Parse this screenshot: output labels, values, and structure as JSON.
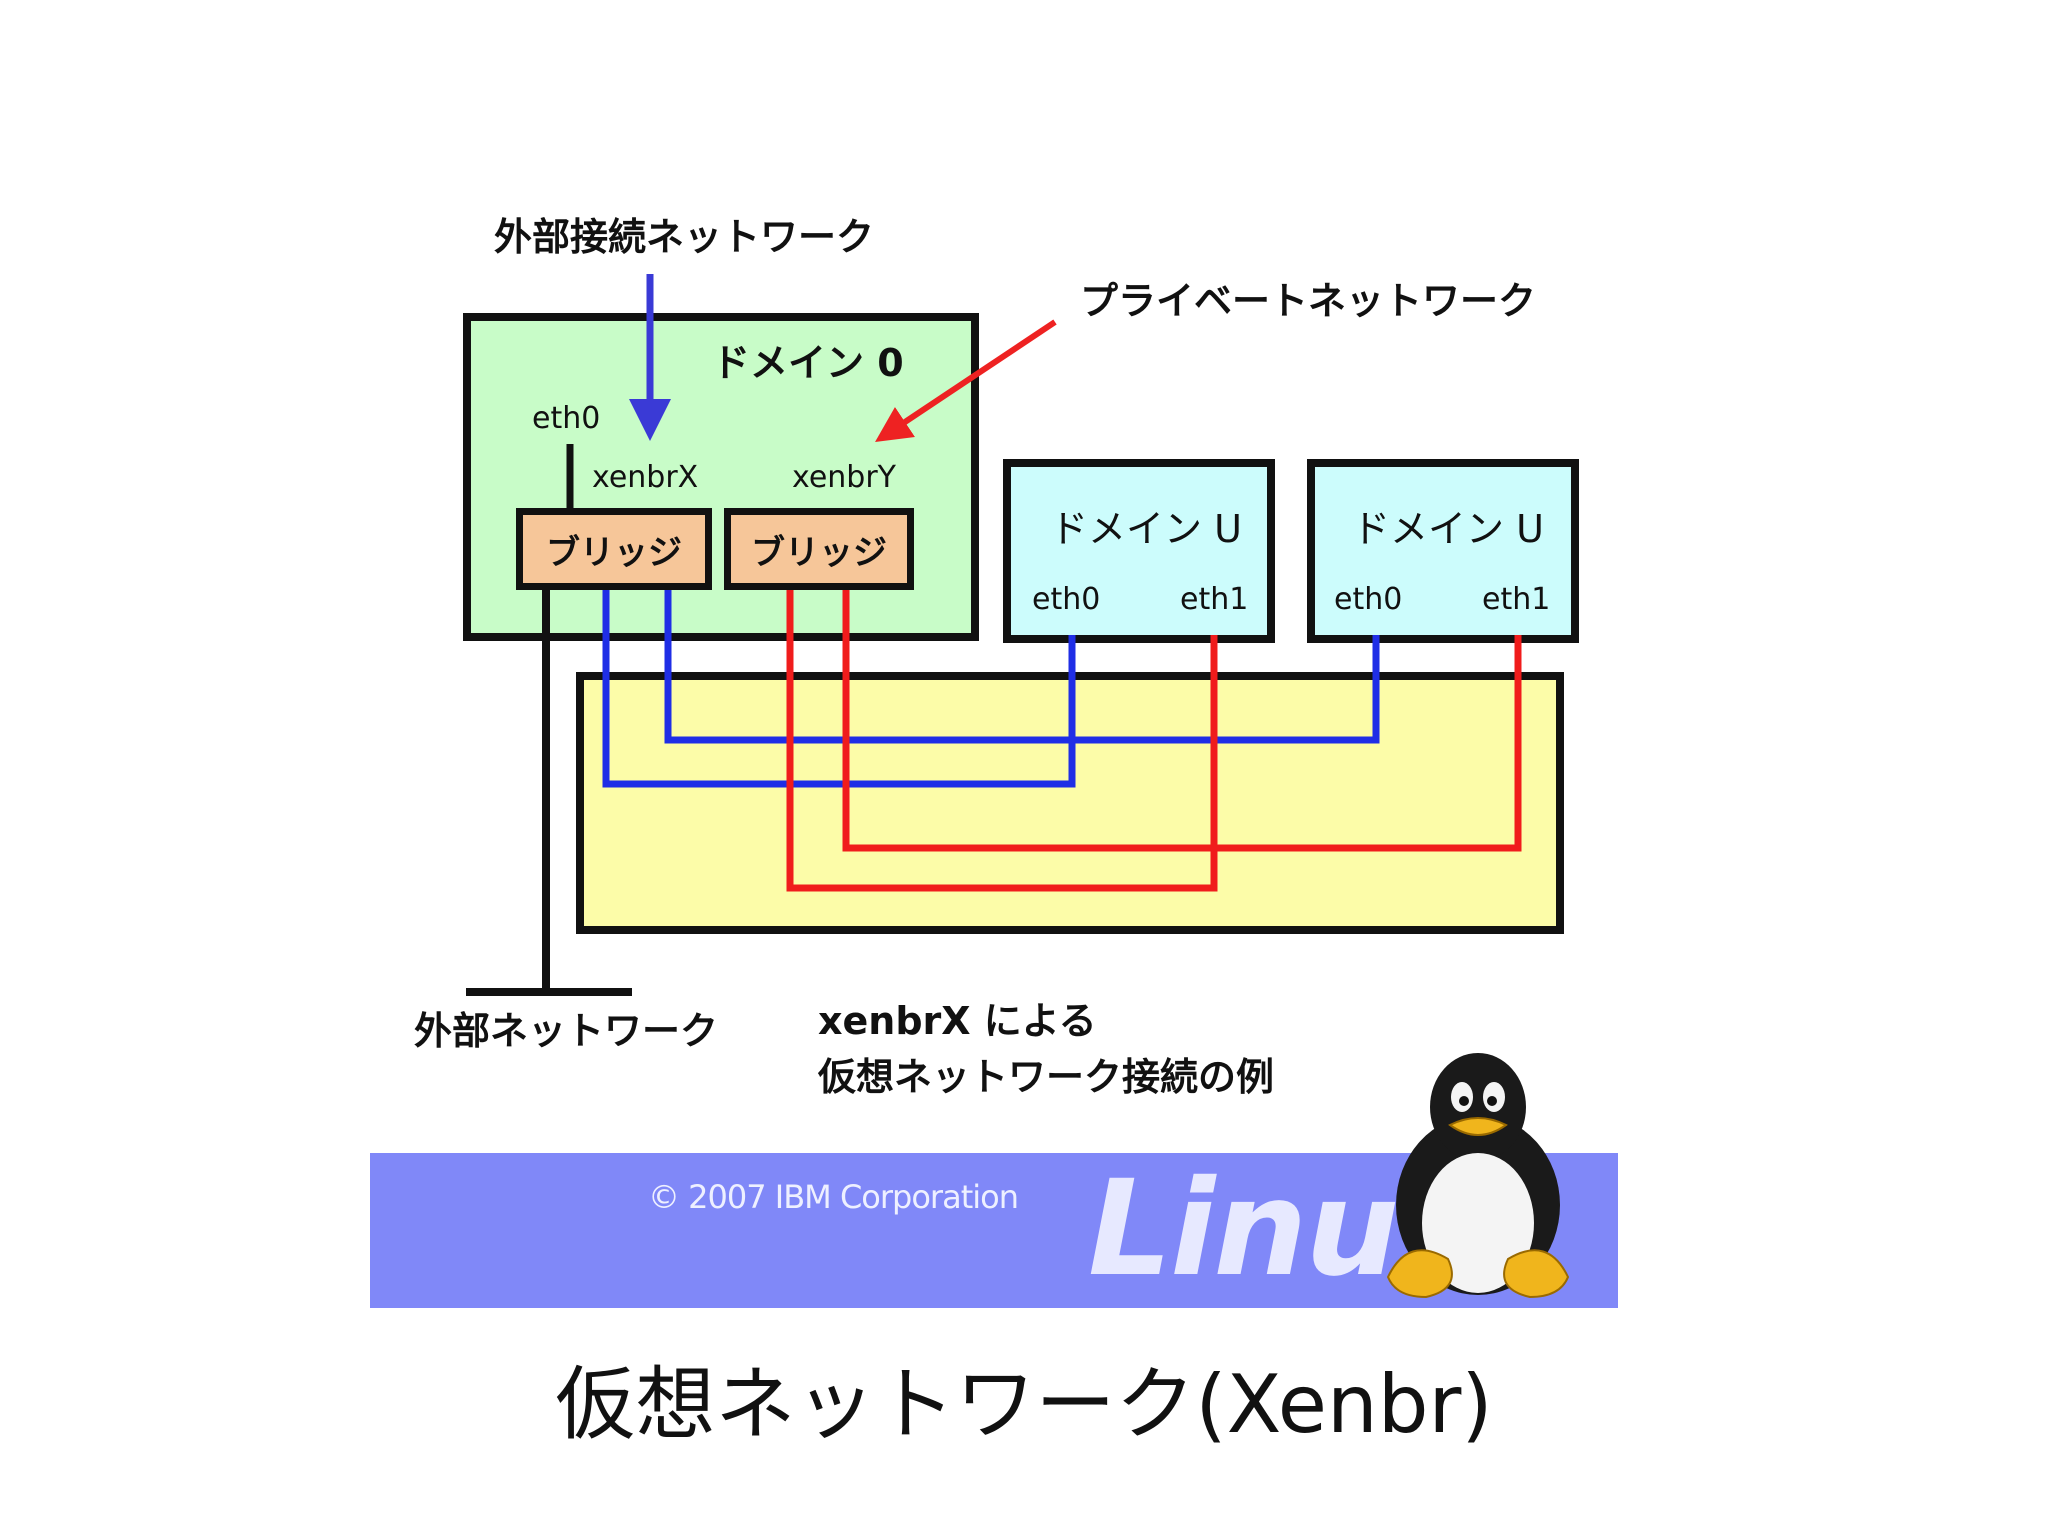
{
  "slide": {
    "title": "仮想ネットワーク(Xenbr)"
  },
  "diagram": {
    "external_connection_label": "外部接続ネットワーク",
    "private_network_label": "プライベートネットワーク",
    "external_network_label": "外部ネットワーク",
    "domain0": {
      "title": "ドメイン 0",
      "eth0": "eth0",
      "bridge_x_name": "xenbrX",
      "bridge_y_name": "xenbrY",
      "bridge_x_label": "ブリッジ",
      "bridge_y_label": "ブリッジ"
    },
    "domain_u_1": {
      "title": "ドメイン U",
      "eth0": "eth0",
      "eth1": "eth1"
    },
    "domain_u_2": {
      "title": "ドメイン U",
      "eth0": "eth0",
      "eth1": "eth1"
    },
    "caption_line1": "xenbrX による",
    "caption_line2": "仮想ネットワーク接続の例",
    "colors": {
      "domain0_fill": "#c8fcc8",
      "domain_u_fill": "#ccfcfc",
      "bridge_fill": "#f6c699",
      "network_fill": "#fcfca8",
      "blue_wire": "#1f2ee6",
      "red_wire": "#f01c1c",
      "banner": "#8088f8"
    }
  },
  "footer": {
    "copyright": "© 2007 IBM Corporation",
    "logo_text": "Linux",
    "mascot": "penguin-icon"
  }
}
